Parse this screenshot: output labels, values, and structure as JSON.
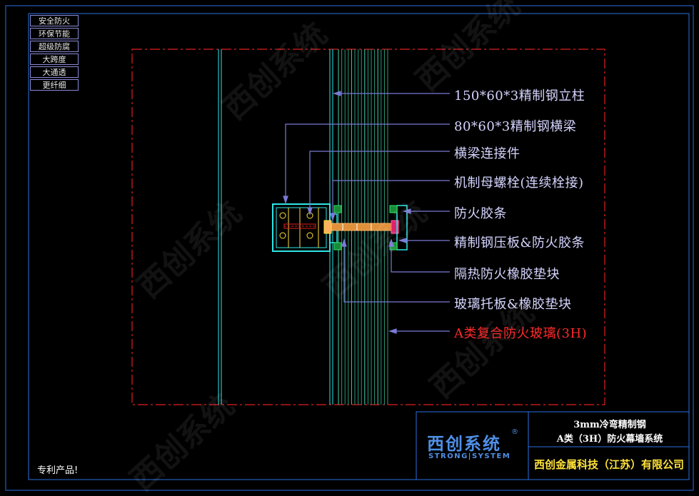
{
  "side_tags": [
    "安全防火",
    "环保节能",
    "超级防腐",
    "大跨度",
    "大通透",
    "更纤细"
  ],
  "callouts": [
    {
      "text": "150*60*3精制钢立柱"
    },
    {
      "text": "80*60*3精制钢横梁"
    },
    {
      "text": "横梁连接件"
    },
    {
      "text": "机制母螺栓(连续栓接)"
    },
    {
      "text": "防火胶条"
    },
    {
      "text": "精制钢压板&防火胶条"
    },
    {
      "text": "隔热防火橡胶垫块"
    },
    {
      "text": "玻璃托板&橡胶垫块"
    },
    {
      "text": "A类复合防火玻璃(3H)",
      "highlight": true
    }
  ],
  "patent_note": "专利产品!",
  "title_block": {
    "line1": "3mm冷弯精制钢",
    "line2": "A类（3H）防火幕墙系统",
    "logo_cn": "西创系统",
    "logo_en": "STRONG|SYSTEM",
    "registered_mark": "®",
    "company": "西创金属科技（江苏）有限公司"
  },
  "colors": {
    "frame": "#2b6fe0",
    "dim_line": "#7a7ad6",
    "boundary": "#e01f1f",
    "steel": "#2ee6e6",
    "glass": "#30c090",
    "label": "#d4d4ff",
    "highlight": "#ff2a2a",
    "company": "#ffe23a"
  }
}
